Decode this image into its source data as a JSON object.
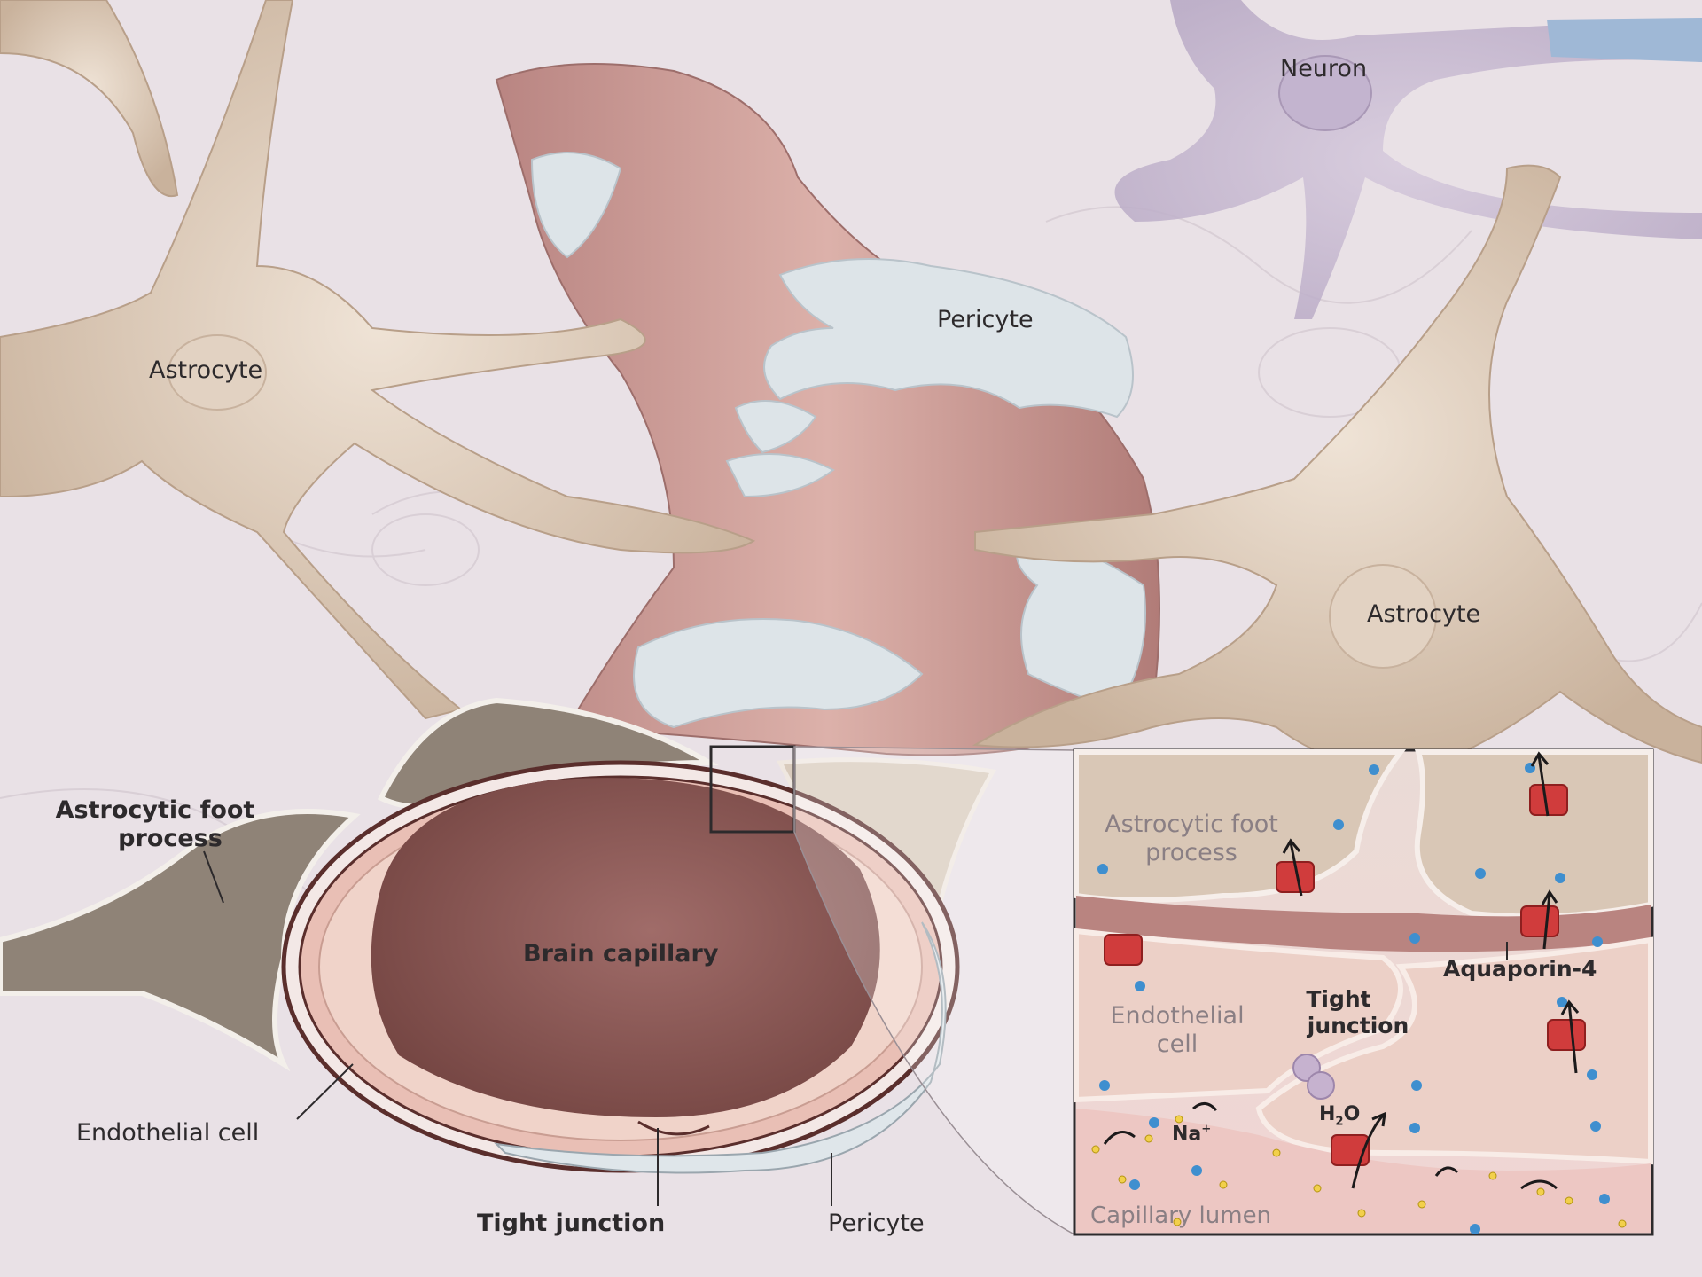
{
  "labels": {
    "neuron": "Neuron",
    "astrocyte_left": "Astrocyte",
    "astrocyte_right": "Astrocyte",
    "pericyte_top": "Pericyte",
    "astrocytic_foot_process_line1": "Astrocytic foot",
    "astrocytic_foot_process_line2": "process",
    "brain_capillary": "Brain capillary",
    "endothelial_cell": "Endothelial cell",
    "tight_junction": "Tight junction",
    "pericyte_bottom": "Pericyte"
  },
  "inset": {
    "astrocytic_foot_process_line1": "Astrocytic foot",
    "astrocytic_foot_process_line2": "process",
    "aquaporin": "Aquaporin-4",
    "endothelial_line1": "Endothelial",
    "endothelial_line2": "cell",
    "tight_junction_line1": "Tight",
    "tight_junction_line2": "junction",
    "h2o_h": "H",
    "h2o_sub": "2",
    "h2o_o": "O",
    "na": "Na",
    "na_sup": "+",
    "capillary_lumen": "Capillary lumen"
  },
  "colors": {
    "background": "#e9e1e6",
    "astrocyte": "#d8c6b3",
    "capillary": "#c4928e",
    "pericyte": "#dfe6ea",
    "lumen": "#8e5b58",
    "aquaporin": "#d03c3c"
  }
}
